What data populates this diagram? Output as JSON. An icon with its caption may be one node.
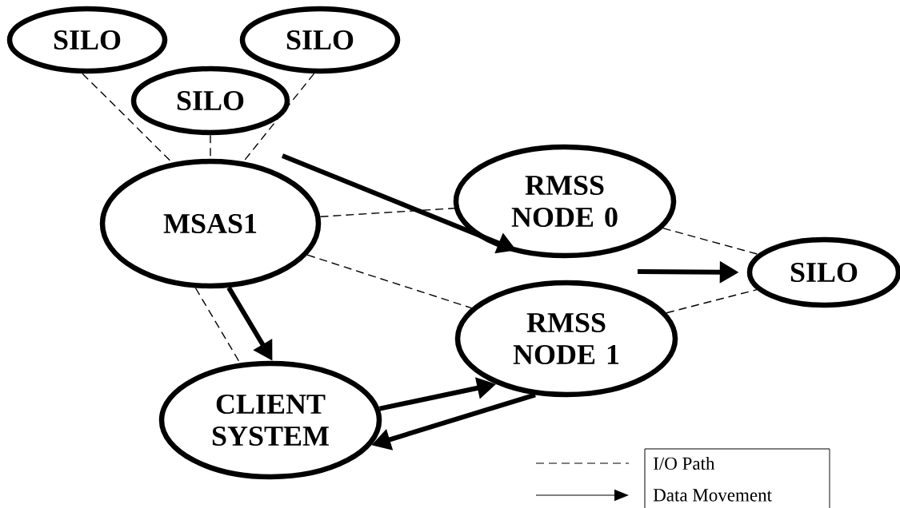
{
  "diagram": {
    "nodes": [
      {
        "text": [
          "SILO"
        ]
      },
      {
        "text": [
          "SILO"
        ]
      },
      {
        "text": [
          "SILO"
        ]
      },
      {
        "text": [
          "MSAS1"
        ]
      },
      {
        "text": [
          "RMSS NODE 0"
        ]
      },
      {
        "text": [
          "SILO"
        ]
      },
      {
        "text": [
          "RMSS NODE 1"
        ]
      },
      {
        "text": [
          "CLIENT SYSTEM"
        ]
      }
    ],
    "edges": [
      {
        "from": 0,
        "to": 3,
        "arrow": "none",
        "style": "dashed"
      },
      {
        "from": 2,
        "to": 3,
        "arrow": "none",
        "style": "dashed"
      },
      {
        "from": 1,
        "to": 3,
        "arrow": "none",
        "style": "dashed"
      },
      {
        "from": 3,
        "to": 4,
        "arrow": "none",
        "style": "dashed"
      },
      {
        "from": 3,
        "to": 6,
        "arrow": "none",
        "style": "dashed"
      },
      {
        "from": 3,
        "to": 7,
        "arrow": "none",
        "style": "dashed"
      },
      {
        "from": 4,
        "to": 5,
        "arrow": "none",
        "style": "dashed"
      },
      {
        "from": 6,
        "to": 5,
        "arrow": "none",
        "style": "dashed"
      },
      {
        "from": null,
        "to": 4,
        "arrow": "to",
        "style": "thick"
      },
      {
        "from": 3,
        "to": 7,
        "arrow": "to",
        "style": "thick"
      },
      {
        "from": null,
        "to": 5,
        "arrow": "to",
        "style": "thick"
      },
      {
        "from": 7,
        "to": 6,
        "arrow": "to",
        "style": "thick"
      },
      {
        "from": 6,
        "to": 7,
        "arrow": "to",
        "style": "thick"
      }
    ],
    "legend": [
      {
        "text": "I/O Path"
      },
      {
        "text": "Data Movement"
      }
    ]
  }
}
